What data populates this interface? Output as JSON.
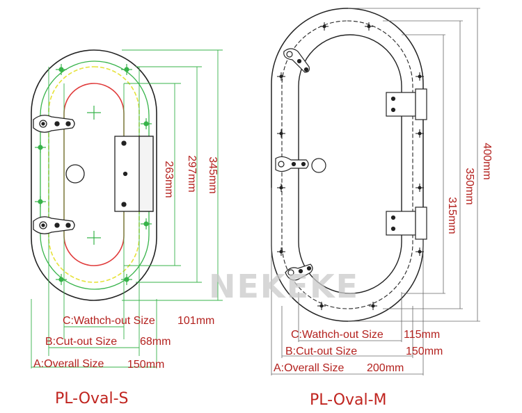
{
  "watermark": "NEKEKE",
  "colors": {
    "label_red": "#b3211e",
    "green": "#37b34a",
    "red_outline": "#e03b3b",
    "yellow": "#e6e23a",
    "black": "#222222"
  },
  "small": {
    "caption": "PL-Oval-S",
    "dims_vertical": [
      "345mm",
      "297mm",
      "263mm"
    ],
    "c_label": "C:Wathch-out Size",
    "c_value": "101mm",
    "b_label": "B:Cut-out Size",
    "b_value": "68mm",
    "a_label": "A:Overall Size",
    "a_value": "150mm"
  },
  "medium": {
    "caption": "PL-Oval-M",
    "dims_vertical": [
      "400mm",
      "350mm",
      "315mm"
    ],
    "c_label": "C:Wathch-out Size",
    "c_value": "115mm",
    "b_label": "B:Cut-out Size",
    "b_value": "150mm",
    "a_label": "A:Overall Size",
    "a_value": "200mm"
  }
}
